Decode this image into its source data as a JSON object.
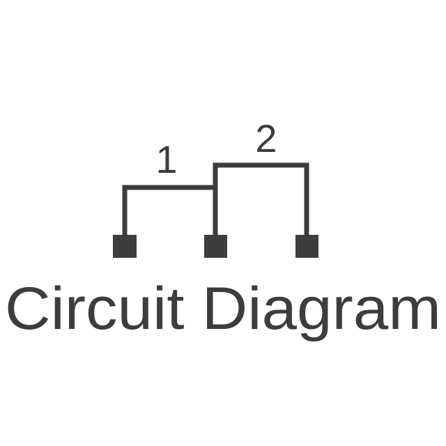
{
  "diagram": {
    "title": "Circuit Diagram",
    "labels": [
      "1",
      "2"
    ],
    "pins": [
      "pin-1",
      "pin-2",
      "pin-3"
    ],
    "colors": {
      "ink": "#3d3c3f",
      "background": "#ffffff"
    }
  }
}
